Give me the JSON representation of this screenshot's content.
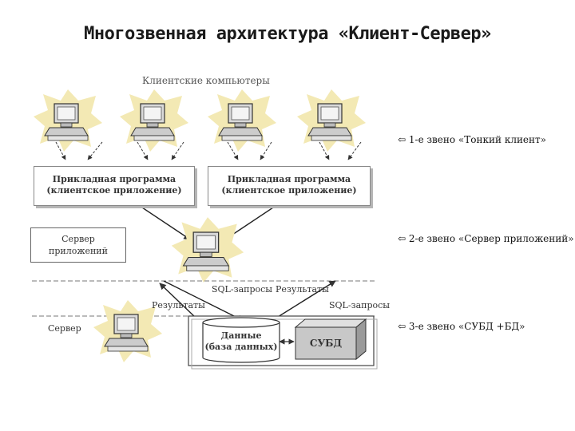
{
  "title": "Многозвенная архитектура «Клиент-Сервер»",
  "client_computers_label": "Клиентские компьютеры",
  "app_boxes": [
    {
      "line1": "Прикладная программа",
      "line2": "(клиентское приложение)"
    },
    {
      "line1": "Прикладная программа",
      "line2": "(клиентское приложение)"
    }
  ],
  "app_server_box": {
    "line1": "Сервер",
    "line2": "приложений"
  },
  "sql_requests_top": "SQL-запросы",
  "results_top": "Результаты",
  "results_left": "Результаты",
  "sql_requests_right": "SQL-запросы",
  "server_label": "Сервер",
  "database": {
    "line1": "Данные",
    "line2": "(база данных)"
  },
  "dbms": "СУБД",
  "tiers": [
    {
      "text": "1-е звено «Тонкий клиент»"
    },
    {
      "text": "2-е звено «Сервер приложений»"
    },
    {
      "text": "3-е звено «СУБД +БД»"
    }
  ],
  "arrow_glyph": "⇦",
  "colors": {
    "halo": "#f3e9b4",
    "monitor": "#d9d9d9",
    "screen": "#f4f4f4",
    "dbms": "#c8c8c8",
    "line": "#333333"
  }
}
